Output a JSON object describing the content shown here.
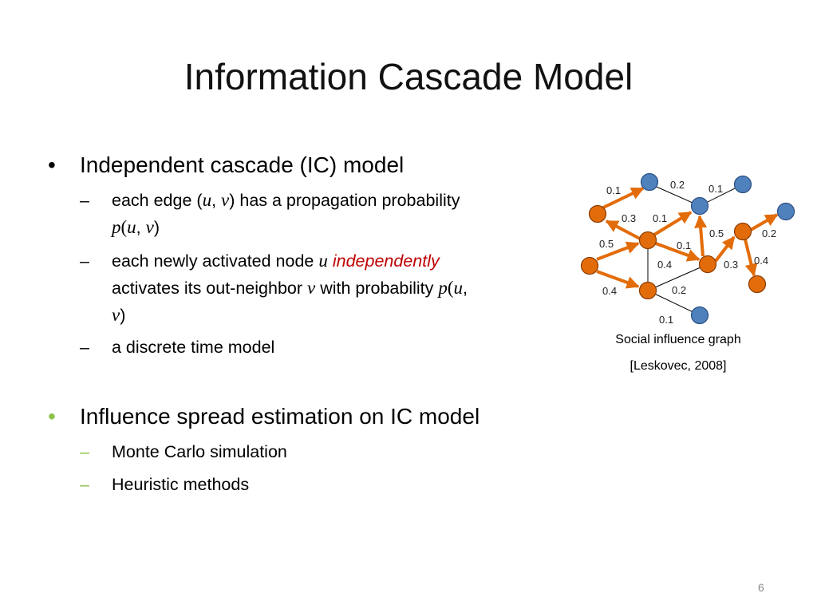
{
  "title": "Information Cascade Model",
  "bullets": [
    {
      "text": "Independent cascade (IC) model",
      "bullet_color": "#000000",
      "dash_color": "#000000",
      "subs": [
        {
          "kind": "edge"
        },
        {
          "kind": "activate"
        },
        {
          "kind": "plain",
          "text": "a discrete time model"
        }
      ]
    },
    {
      "text": "Influence spread estimation on IC model",
      "bullet_color": "#8dc34a",
      "dash_color": "#8dc34a",
      "subs": [
        {
          "kind": "plain",
          "text": "Monte Carlo simulation"
        },
        {
          "kind": "plain",
          "text": "Heuristic methods"
        }
      ]
    }
  ],
  "edge_line": {
    "a": "each edge (",
    "u": "u",
    "comma": ", ",
    "v": "v",
    "b": ") has a propagation probability",
    "p": "p",
    "lp": "(",
    "u2": "u",
    "comma2": ", ",
    "v2": "v",
    "rp": ")"
  },
  "activate_line": {
    "a": "each newly activated node ",
    "u": "u",
    "independently": "independently",
    "b": "activates its out-neighbor ",
    "v": "v",
    "c": " with probability ",
    "p": "p",
    "lp": "(",
    "u2": "u",
    "comma": ",",
    "v2": "v",
    "rp": ")"
  },
  "emphasis_color": "#c00000",
  "graph": {
    "active_color": "#e36c0a",
    "inactive_color": "#4f81bd",
    "edge_color_active": "#e36c0a",
    "edge_color_plain": "#000000",
    "edge_labels": [
      "0.1",
      "0.2",
      "0.1",
      "0.3",
      "0.1",
      "0.5",
      "0.1",
      "0.5",
      "0.2",
      "0.4",
      "0.4",
      "0.3",
      "0.4",
      "0.2",
      "0.1"
    ],
    "caption_line1": "Social influence graph",
    "caption_line2": "[Leskovec, 2008]"
  },
  "page_number": "6"
}
